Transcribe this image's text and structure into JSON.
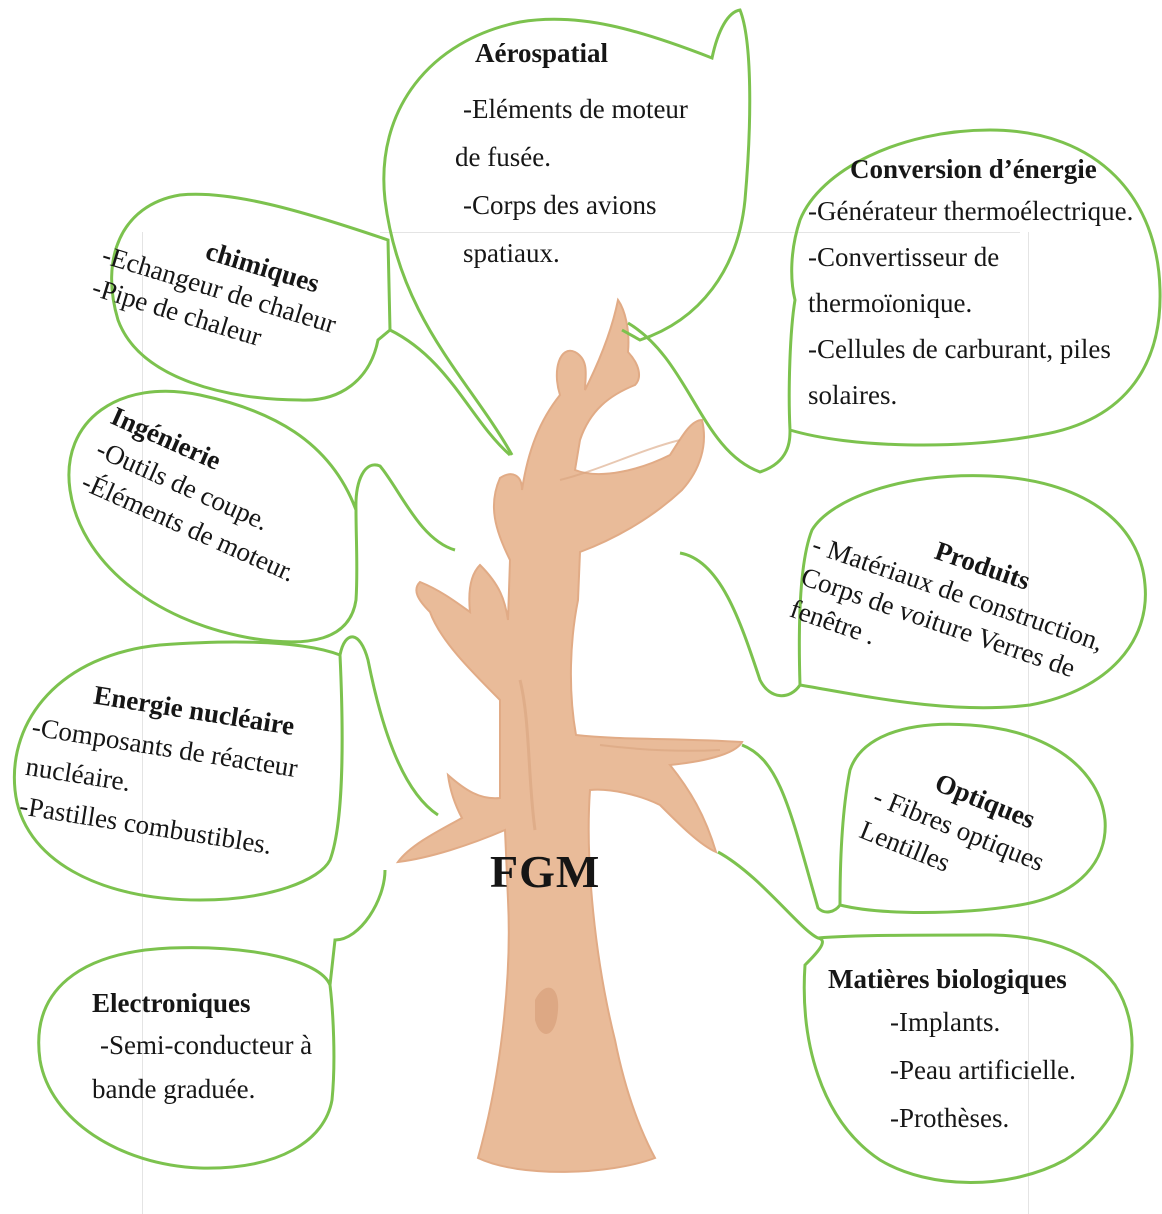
{
  "center_label": "FGM",
  "colors": {
    "bubble_stroke": "#7cc24e",
    "trunk": "#e7b896",
    "trunk_shade": "#d9a47f"
  },
  "bubbles": {
    "aerospace": {
      "title": "Aérospatial",
      "lines": [
        "-Eléments de moteur",
        "de fusée.",
        "-Corps des avions",
        "spatiaux."
      ]
    },
    "energy_conversion": {
      "title": "Conversion d’énergie",
      "lines": [
        "-Générateur thermoélectrique.",
        "-Convertisseur de",
        "thermoïonique.",
        "-Cellules de carburant, piles",
        "solaires."
      ]
    },
    "chemical": {
      "title": "chimiques",
      "lines": [
        "-Echangeur de chaleur",
        "-Pipe de chaleur"
      ]
    },
    "engineering": {
      "title": "Ingénierie",
      "lines": [
        "-Outils de coupe.",
        "-Éléments de moteur."
      ]
    },
    "products": {
      "title": "Produits",
      "lines": [
        "- Matériaux de construction,",
        "Corps de voiture Verres de",
        "fenêtre ."
      ]
    },
    "nuclear": {
      "title": "Energie nucléaire",
      "lines": [
        "-Composants de réacteur",
        "nucléaire.",
        "-Pastilles combustibles."
      ]
    },
    "optics": {
      "title": "Optiques",
      "lines": [
        "- Fibres optiques",
        "Lentilles"
      ]
    },
    "electronics": {
      "title": "Electroniques",
      "lines": [
        "-Semi-conducteur à",
        "bande graduée."
      ]
    },
    "biomaterials": {
      "title": "Matières biologiques",
      "lines": [
        "-Implants.",
        "-Peau artificielle.",
        "-Prothèses."
      ]
    }
  }
}
